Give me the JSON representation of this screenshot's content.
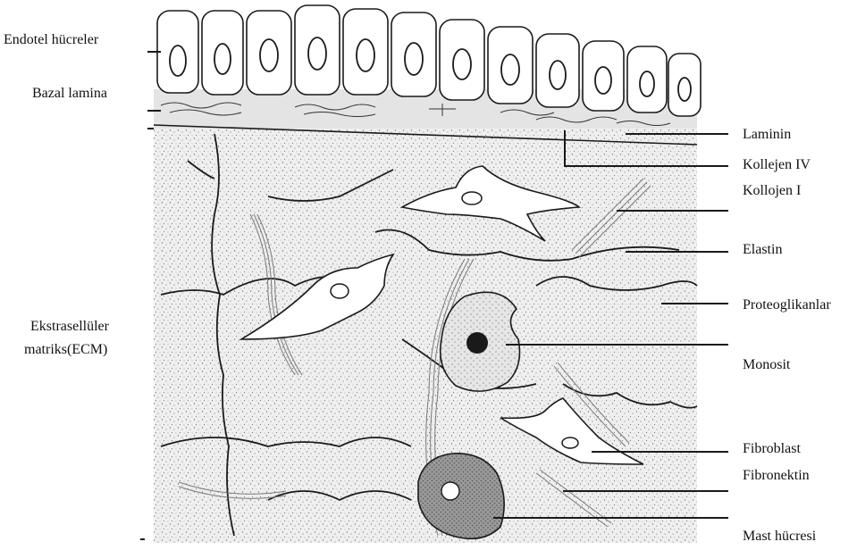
{
  "colors": {
    "ink": "#1a1a1a",
    "matrix_bg": "#ececec",
    "cell_fill": "#ffffff",
    "mast_fill": "#8a8a8a"
  },
  "labels_left": {
    "endothelial": "Endotel hücreler",
    "basal_lamina": "Bazal lamina",
    "ecm_line1": "Ekstrasellüler",
    "ecm_line2": "matriks(ECM)"
  },
  "labels_right": {
    "laminin": "Laminin",
    "collagen_iv": "Kollejen IV",
    "collagen_i": "Kollojen I",
    "elastin": "Elastin",
    "proteoglycans": "Proteoglikanlar",
    "monocyte": "Monosit",
    "fibroblast": "Fibroblast",
    "fibronectin": "Fibronektin",
    "mast_cell": "Mast hücresi"
  }
}
